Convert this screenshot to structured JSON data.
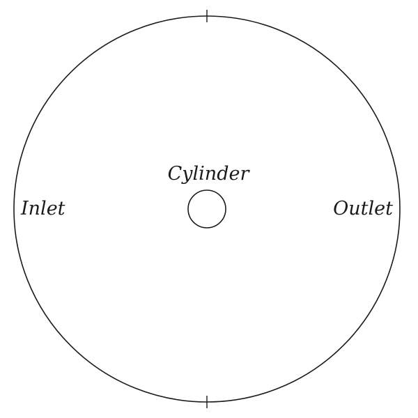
{
  "labels": {
    "cylinder": "Cylinder",
    "inlet": "Inlet",
    "outlet": "Outlet"
  },
  "colors": {
    "stroke": "#1a1a1a",
    "background": "#ffffff"
  }
}
